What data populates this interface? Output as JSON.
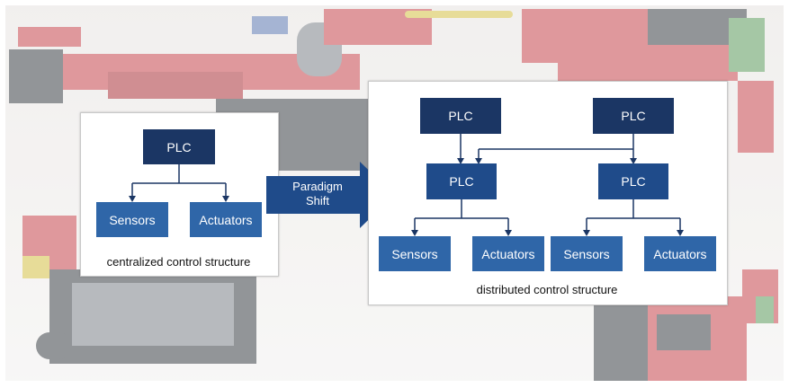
{
  "centralized": {
    "plc": "PLC",
    "sensors": "Sensors",
    "actuators": "Actuators",
    "caption": "centralized control structure"
  },
  "shift_arrow": {
    "line1": "Paradigm",
    "line2": "Shift",
    "color": "#1f4b8a"
  },
  "distributed": {
    "top_left_plc": "PLC",
    "top_right_plc": "PLC",
    "left_plc": "PLC",
    "right_plc": "PLC",
    "left_sensors": "Sensors",
    "left_actuators": "Actuators",
    "right_sensors": "Sensors",
    "right_actuators": "Actuators",
    "caption": "distributed control structure"
  },
  "colors": {
    "plc_dark": "#1b3664",
    "plc_mid": "#1f4b8a",
    "io_blue": "#2f66a8"
  }
}
